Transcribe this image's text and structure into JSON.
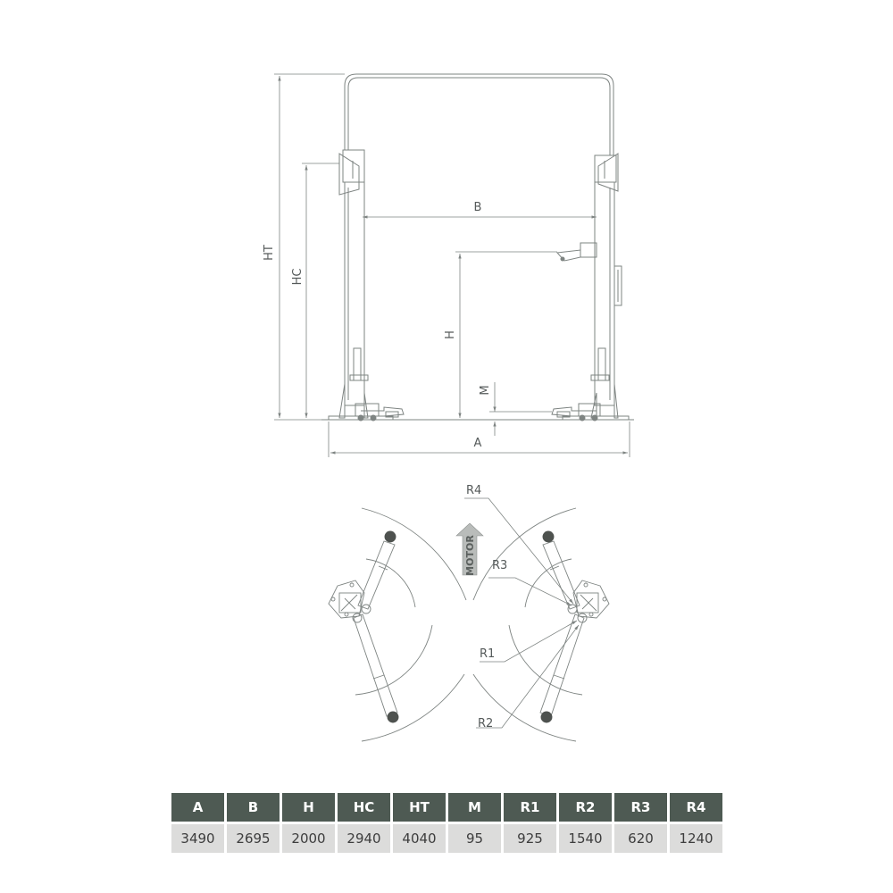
{
  "labels": {
    "ht": "HT",
    "hc": "HC",
    "b": "B",
    "h": "H",
    "m": "M",
    "a": "A",
    "r1": "R1",
    "r2": "R2",
    "r3": "R3",
    "r4": "R4",
    "motor": "MOTOR"
  },
  "table": {
    "headers": [
      "A",
      "B",
      "H",
      "HC",
      "HT",
      "M",
      "R1",
      "R2",
      "R3",
      "R4"
    ],
    "values": [
      "3490",
      "2695",
      "2000",
      "2940",
      "4040",
      "95",
      "925",
      "1540",
      "620",
      "1240"
    ]
  },
  "colors": {
    "line": "#7e8482",
    "header_bg": "#4e5a53",
    "value_bg": "#dcdcdb",
    "motor_arrow": "#b9bcba"
  }
}
